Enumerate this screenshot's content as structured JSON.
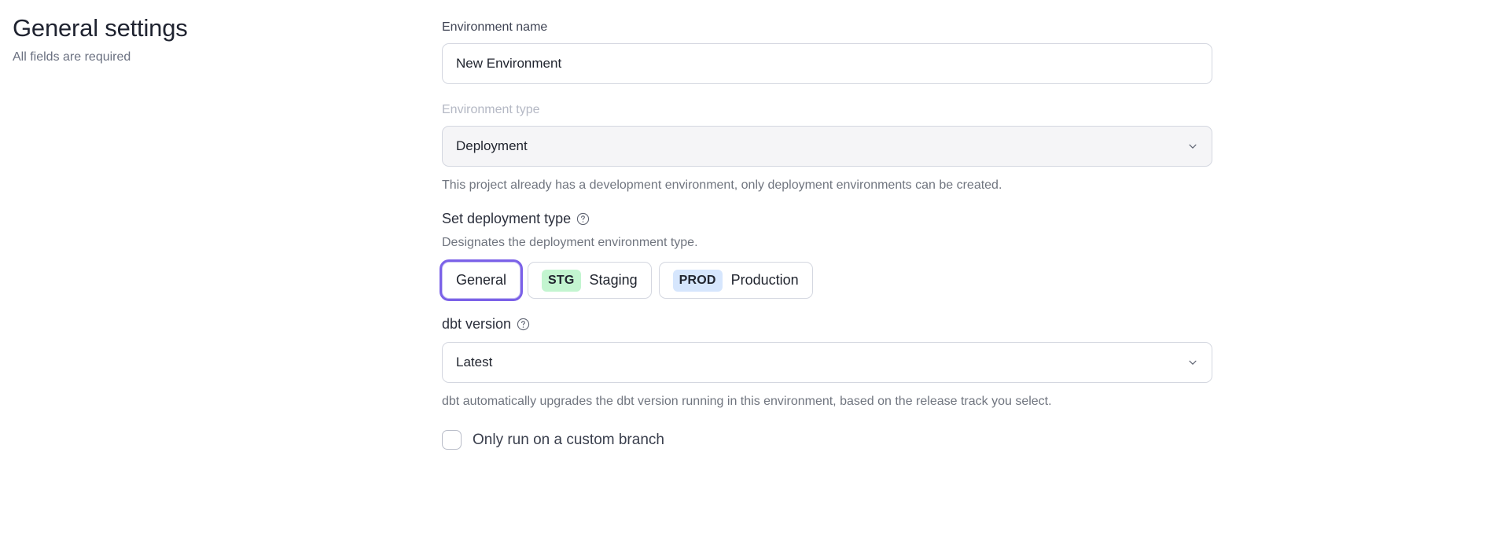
{
  "left": {
    "title": "General settings",
    "subtitle": "All fields are required"
  },
  "form": {
    "environment_name": {
      "label": "Environment name",
      "value": "New Environment",
      "placeholder": "Environment name"
    },
    "environment_type": {
      "label": "Environment type",
      "selected": "Deployment",
      "disabled": true,
      "help": "This project already has a development environment, only deployment environments can be created."
    },
    "deployment_type": {
      "heading": "Set deployment type",
      "help_icon": "question-circle-icon",
      "description": "Designates the deployment environment type.",
      "options": [
        {
          "label": "General",
          "badge": null,
          "badge_bg": null,
          "selected": true
        },
        {
          "label": "Staging",
          "badge": "STG",
          "badge_bg": "#c3f5d0",
          "selected": false
        },
        {
          "label": "Production",
          "badge": "PROD",
          "badge_bg": "#d6e6fd",
          "selected": false
        }
      ]
    },
    "dbt_version": {
      "label": "dbt version",
      "help_icon": "question-circle-icon",
      "selected": "Latest",
      "help": "dbt automatically upgrades the dbt version running in this environment, based on the release track you select."
    },
    "custom_branch": {
      "label": "Only run on a custom branch",
      "checked": false
    }
  },
  "icons": {
    "chevron_down": "chevron-down-icon"
  },
  "colors": {
    "focus_ring": "#7b61e8",
    "staging_badge": "#c3f5d0",
    "production_badge": "#d6e6fd",
    "border": "#d4d7e0",
    "muted_text": "#70757f"
  }
}
